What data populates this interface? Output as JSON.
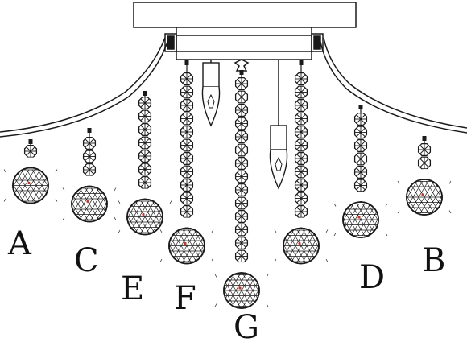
{
  "labels": {
    "a": "A",
    "b": "B",
    "c": "C",
    "d": "D",
    "e": "E",
    "f": "F",
    "g": "G"
  },
  "strands": [
    {
      "id": "a",
      "beads": 1
    },
    {
      "id": "c",
      "beads": 3
    },
    {
      "id": "e",
      "beads": 7
    },
    {
      "id": "f",
      "beads": 11
    },
    {
      "id": "g",
      "beads": 14
    },
    {
      "id": "f2",
      "beads": 11
    },
    {
      "id": "d",
      "beads": 6
    },
    {
      "id": "b",
      "beads": 2
    }
  ],
  "colors": {
    "line": "#1a1a1a",
    "accent": "#c0392b",
    "background": "#ffffff"
  }
}
